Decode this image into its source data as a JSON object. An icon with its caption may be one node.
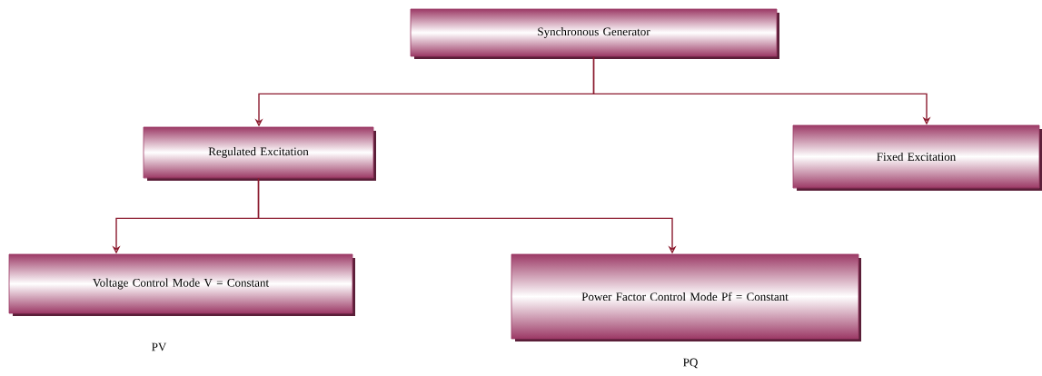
{
  "diagram": {
    "nodes": [
      {
        "text": [
          "Synchronous Generator"
        ]
      },
      {
        "text": [
          "Regulated Excitation"
        ]
      },
      {
        "text": [
          "Fixed Excitation"
        ]
      },
      {
        "text": [
          "Voltage Control Mode V = Constant"
        ],
        "beside": [
          "PV"
        ]
      },
      {
        "text": [
          "Power Factor Control Mode Pf = Constant"
        ],
        "beside": [
          "PQ"
        ]
      }
    ],
    "edges": [
      {
        "from": 0,
        "to": 1,
        "arrow": "to"
      },
      {
        "from": 0,
        "to": 2,
        "arrow": "to"
      },
      {
        "from": 1,
        "to": 3,
        "arrow": "to"
      },
      {
        "from": 1,
        "to": 4,
        "arrow": "to"
      }
    ]
  }
}
